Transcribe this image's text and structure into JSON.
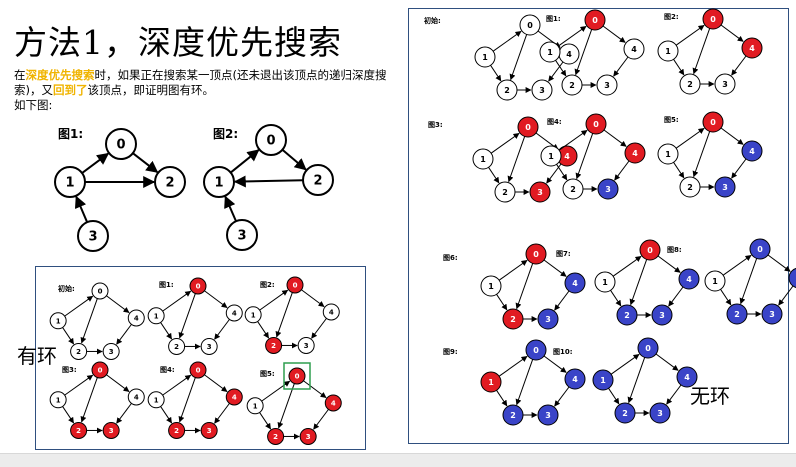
{
  "title": "方法1，深度优先搜索",
  "desc": {
    "p1": "在",
    "hl1": "深度优先搜索",
    "p2": "时，如果正在搜索某一顶点(还未退出该顶点的递归深度搜索)，又",
    "hl2": "回到了",
    "p3": "该顶点，即证明图有环。",
    "line2": "如下图:"
  },
  "fig_labels": [
    "图1:",
    "图2:"
  ],
  "left_caption": "有环",
  "right_caption": "无环",
  "colors": {
    "red": "#e11b22",
    "blue": "#3a44c8",
    "white": "#ffffff",
    "highlight": "#2e9e4f",
    "accent": "#f0b400"
  },
  "big_graphs": [
    {
      "name": "图1:",
      "nodes": [
        "0",
        "1",
        "2",
        "3"
      ]
    },
    {
      "name": "图2:",
      "nodes": [
        "0",
        "1",
        "2",
        "3"
      ]
    }
  ],
  "cycle_panels": [
    {
      "label": "初始:",
      "colors": {
        "0": "white",
        "1": "white",
        "2": "white",
        "3": "white",
        "4": "white"
      }
    },
    {
      "label": "图1:",
      "colors": {
        "0": "red",
        "1": "white",
        "2": "white",
        "3": "white",
        "4": "white"
      }
    },
    {
      "label": "图2:",
      "colors": {
        "0": "red",
        "1": "white",
        "2": "red",
        "3": "white",
        "4": "white"
      }
    },
    {
      "label": "图3:",
      "colors": {
        "0": "red",
        "1": "white",
        "2": "red",
        "3": "red",
        "4": "white"
      }
    },
    {
      "label": "图4:",
      "colors": {
        "0": "red",
        "1": "white",
        "2": "red",
        "3": "red",
        "4": "red"
      }
    },
    {
      "label": "图5:",
      "colors": {
        "0": "red",
        "1": "white",
        "2": "red",
        "3": "red",
        "4": "red"
      }
    }
  ],
  "acyclic_panels": [
    {
      "label": "初始:",
      "colors": {
        "0": "white",
        "1": "white",
        "2": "white",
        "3": "white",
        "4": "white"
      }
    },
    {
      "label": "图1:",
      "colors": {
        "0": "red",
        "1": "white",
        "2": "white",
        "3": "white",
        "4": "white"
      }
    },
    {
      "label": "图2:",
      "colors": {
        "0": "red",
        "1": "white",
        "2": "white",
        "3": "white",
        "4": "red"
      }
    },
    {
      "label": "图3:",
      "colors": {
        "0": "red",
        "1": "white",
        "2": "white",
        "3": "red",
        "4": "red"
      }
    },
    {
      "label": "图4:",
      "colors": {
        "0": "red",
        "1": "white",
        "2": "white",
        "3": "blue",
        "4": "red"
      }
    },
    {
      "label": "图5:",
      "colors": {
        "0": "red",
        "1": "white",
        "2": "white",
        "3": "blue",
        "4": "blue"
      }
    },
    {
      "label": "图6:",
      "colors": {
        "0": "red",
        "1": "white",
        "2": "red",
        "3": "blue",
        "4": "blue"
      }
    },
    {
      "label": "图7:",
      "colors": {
        "0": "red",
        "1": "white",
        "2": "blue",
        "3": "blue",
        "4": "blue"
      }
    },
    {
      "label": "图8:",
      "colors": {
        "0": "blue",
        "1": "white",
        "2": "blue",
        "3": "blue",
        "4": "blue"
      }
    },
    {
      "label": "图9:",
      "colors": {
        "0": "blue",
        "1": "red",
        "2": "blue",
        "3": "blue",
        "4": "blue"
      }
    },
    {
      "label": "图10:",
      "colors": {
        "0": "blue",
        "1": "blue",
        "2": "blue",
        "3": "blue",
        "4": "blue"
      }
    }
  ]
}
